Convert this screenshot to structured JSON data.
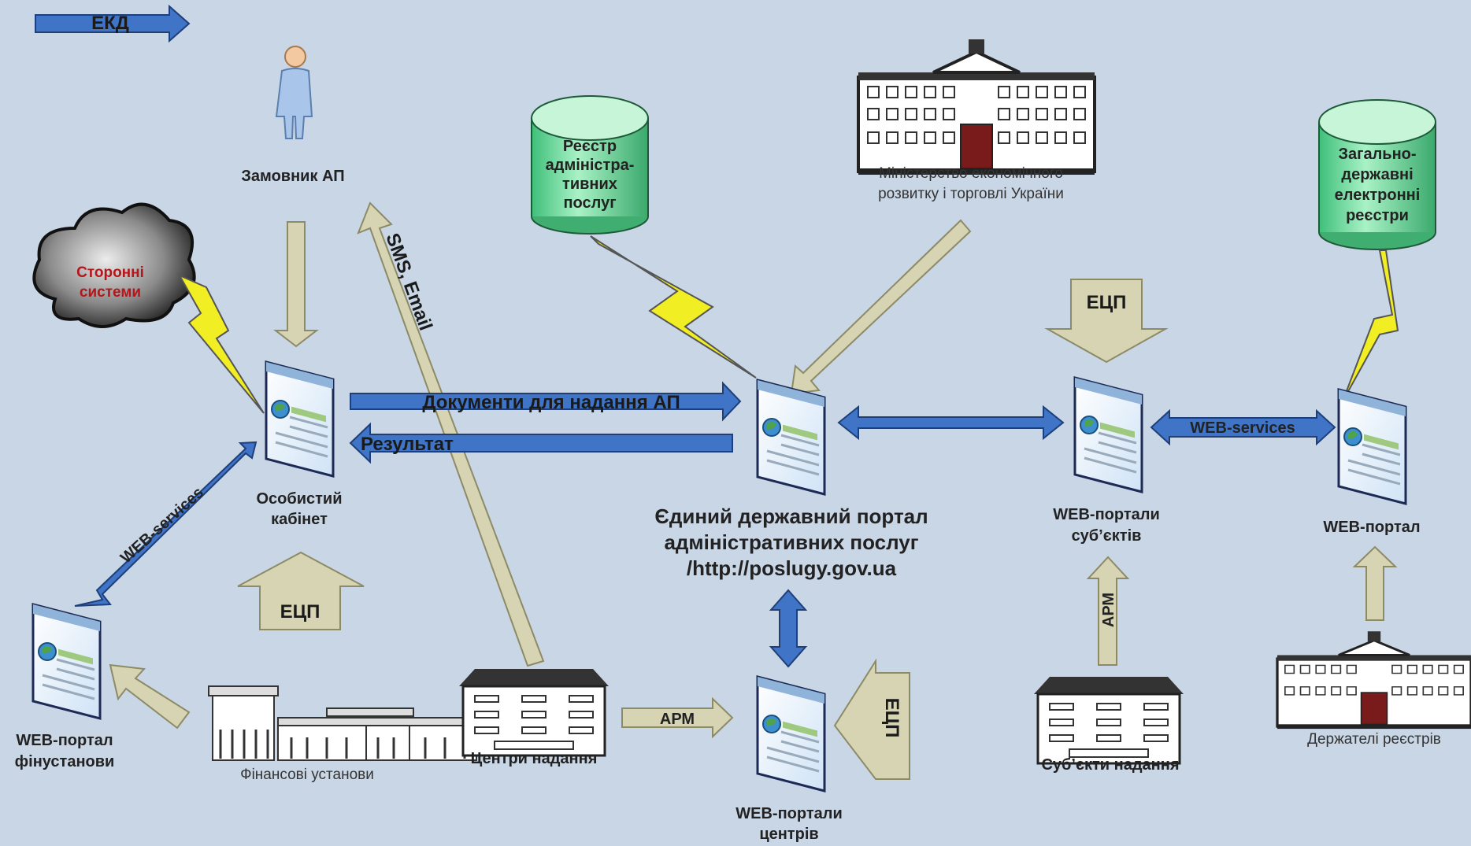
{
  "legend": {
    "label": "ЕКД",
    "color": "#3f74c6"
  },
  "colors": {
    "background": "#c9d6e6",
    "blue_arrow": "#3f74c6",
    "khaki_arrow": "#d6d4b3",
    "cylinder": "#7fe0a8",
    "lightning": "#f2ee24"
  },
  "nodes": {
    "customer": "Замовник АП",
    "cloud": [
      "Сторонні",
      "системи"
    ],
    "registry_cylinder": [
      "Реєстр",
      "адміністра-",
      "тивних",
      "послуг"
    ],
    "ministry": [
      "Міністерство економічного",
      "розвитку і торговлі України"
    ],
    "general_registries": [
      "Загально-",
      "державні",
      "електронні",
      "реєстри"
    ],
    "personal_cabinet": [
      "Особистий",
      "кабінет"
    ],
    "portal_title": [
      "Єдиний державний портал",
      "адміністративних послуг",
      "/http://poslugy.gov.ua"
    ],
    "subject_portals": [
      "WEB-портали",
      "суб’єктів"
    ],
    "web_portal": "WEB-портал",
    "fin_portal": [
      "WEB-портал",
      "фінустанови"
    ],
    "financial_institutions": "Фінансові установи",
    "centers": "Центри надання",
    "center_portals": [
      "WEB-портали",
      "центрів"
    ],
    "subjects": "Суб’єкти надання",
    "registry_holders": "Держателі реєстрів"
  },
  "arrows": {
    "documents": "Документи для надання АП",
    "result": "Результат",
    "sms": "SMS, Email",
    "webservices_left": "WEB-services",
    "webservices_right": "WEB-services",
    "ecp_cabinet": "ЕЦП",
    "ecp_subjects": "ЕЦП",
    "ecp_centers": "ЕЦП",
    "arm_centers": "АРМ",
    "arm_subjects": "АРМ"
  }
}
